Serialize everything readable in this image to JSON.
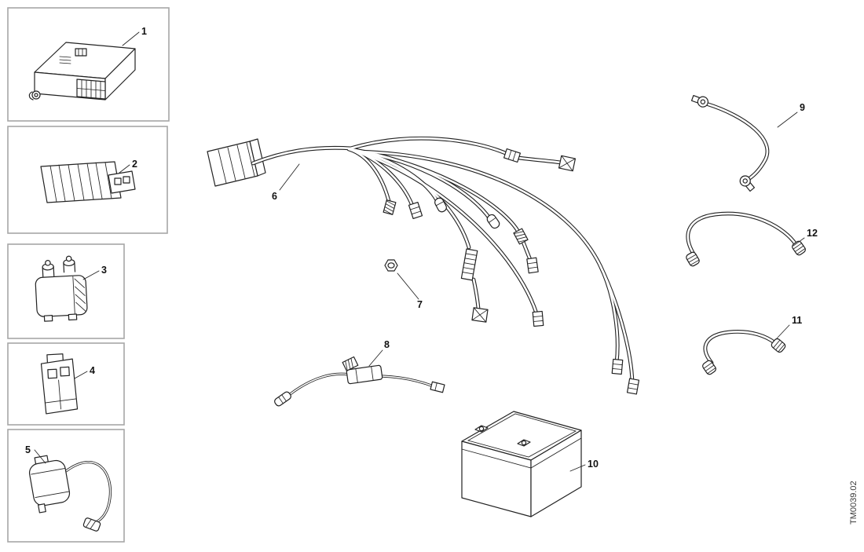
{
  "diagram": {
    "drawing_code": "TM0039.02",
    "callouts": [
      {
        "number": "1",
        "part": "control-unit-ecu"
      },
      {
        "number": "2",
        "part": "voltage-regulator"
      },
      {
        "number": "3",
        "part": "starter-relay"
      },
      {
        "number": "4",
        "part": "connector"
      },
      {
        "number": "5",
        "part": "ignition-coil"
      },
      {
        "number": "6",
        "part": "main-wiring-harness"
      },
      {
        "number": "7",
        "part": "fastener-nut"
      },
      {
        "number": "8",
        "part": "diagnostic-cable-fuse"
      },
      {
        "number": "9",
        "part": "battery-cable-ring-terminals"
      },
      {
        "number": "10",
        "part": "battery"
      },
      {
        "number": "11",
        "part": "cable-short-boots"
      },
      {
        "number": "12",
        "part": "cable-long-boots"
      }
    ]
  }
}
